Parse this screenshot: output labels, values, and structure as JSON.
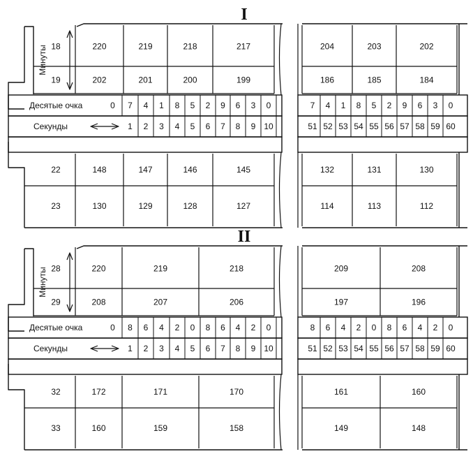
{
  "diagrams": [
    {
      "roman": "I",
      "minutes_label": "Минуты",
      "tenths_label": "Десятые очка",
      "seconds_label": "Секунды",
      "top_minutes": [
        "18",
        "19"
      ],
      "bottom_minutes": [
        "22",
        "23"
      ],
      "left_top_rows": [
        [
          "220",
          "219",
          "218",
          "217"
        ],
        [
          "202",
          "201",
          "200",
          "199"
        ]
      ],
      "left_bottom_rows": [
        [
          "148",
          "147",
          "146",
          "145"
        ],
        [
          "130",
          "129",
          "128",
          "127"
        ]
      ],
      "right_top_rows": [
        [
          "204",
          "203",
          "202"
        ],
        [
          "186",
          "185",
          "184"
        ]
      ],
      "right_bottom_rows": [
        [
          "132",
          "131",
          "130"
        ],
        [
          "114",
          "113",
          "112"
        ]
      ],
      "tenths_left": [
        "0",
        "7",
        "4",
        "1",
        "8",
        "5",
        "2",
        "9",
        "6",
        "3",
        "0"
      ],
      "seconds_left": [
        "",
        "1",
        "2",
        "3",
        "4",
        "5",
        "6",
        "7",
        "8",
        "9",
        "10"
      ],
      "tenths_right": [
        "7",
        "4",
        "1",
        "8",
        "5",
        "2",
        "9",
        "6",
        "3",
        "0"
      ],
      "seconds_right": [
        "51",
        "52",
        "53",
        "54",
        "55",
        "56",
        "57",
        "58",
        "59",
        "60"
      ]
    },
    {
      "roman": "II",
      "minutes_label": "Минуты",
      "tenths_label": "Десятые очка",
      "seconds_label": "Секунды",
      "top_minutes": [
        "28",
        "29"
      ],
      "bottom_minutes": [
        "32",
        "33"
      ],
      "left_top_rows": [
        [
          "220",
          "219",
          "218"
        ],
        [
          "208",
          "207",
          "206"
        ]
      ],
      "left_bottom_rows": [
        [
          "172",
          "171",
          "170"
        ],
        [
          "160",
          "159",
          "158"
        ]
      ],
      "right_top_rows": [
        [
          "209",
          "208"
        ],
        [
          "197",
          "196"
        ]
      ],
      "right_bottom_rows": [
        [
          "161",
          "160"
        ],
        [
          "149",
          "148"
        ]
      ],
      "tenths_left": [
        "0",
        "8",
        "6",
        "4",
        "2",
        "0",
        "8",
        "6",
        "4",
        "2",
        "0"
      ],
      "seconds_left": [
        "",
        "1",
        "2",
        "3",
        "4",
        "5",
        "6",
        "7",
        "8",
        "9",
        "10"
      ],
      "tenths_right": [
        "8",
        "6",
        "4",
        "2",
        "0",
        "8",
        "6",
        "4",
        "2",
        "0"
      ],
      "seconds_right": [
        "51",
        "52",
        "53",
        "54",
        "55",
        "56",
        "57",
        "58",
        "59",
        "60"
      ]
    }
  ]
}
